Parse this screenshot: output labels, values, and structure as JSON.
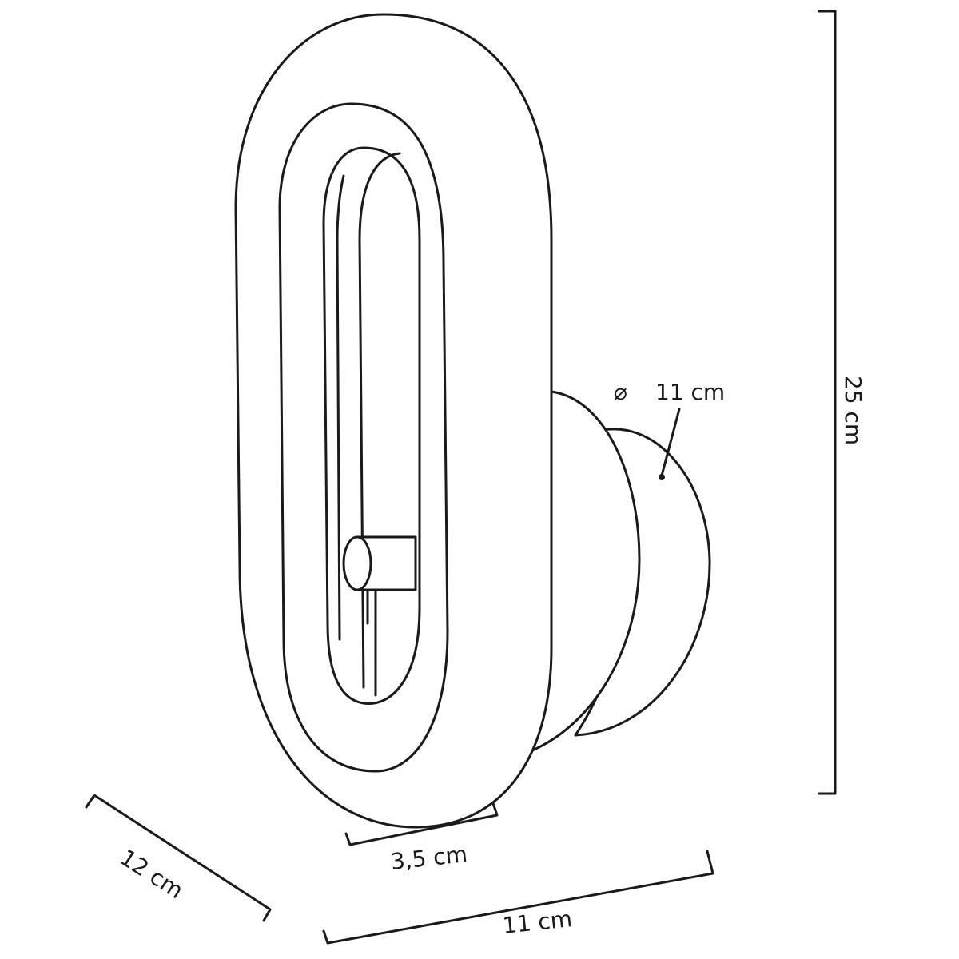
{
  "title": "Wall lamp dimension drawing",
  "dimensions": {
    "height": "25 cm",
    "diameter": "11 cm",
    "diameter_symbol": "⌀",
    "depth_small": "3,5 cm",
    "width": "11 cm",
    "depth": "12 cm"
  }
}
